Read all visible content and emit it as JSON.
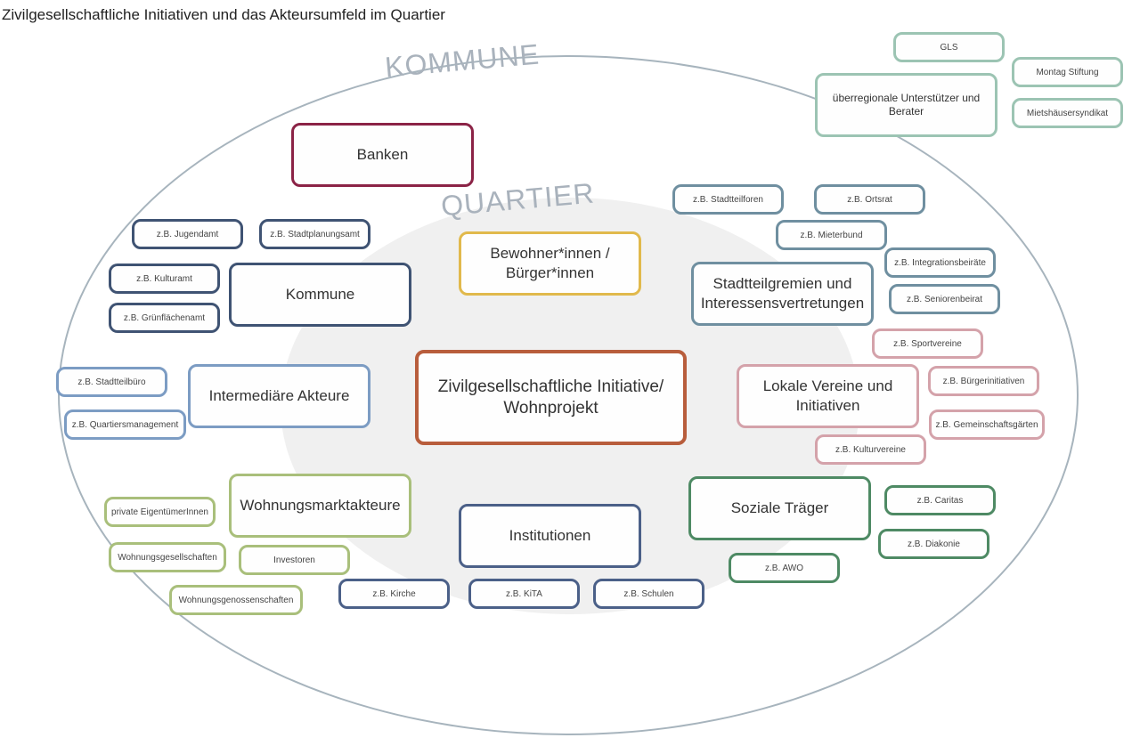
{
  "title": "Zivilgesellschaftliche Initiativen und das Akteursumfeld im Quartier",
  "labels": {
    "kommune": "KOMMUNE",
    "quartier": "QUARTIER"
  },
  "colors": {
    "center": "#b85d3c",
    "banken": "#8b2346",
    "bewohner": "#e1b94c",
    "kommune": "#3f5373",
    "intermediaer": "#7c9cc3",
    "wohnungsmarkt": "#a9bf7b",
    "institutionen": "#4b6088",
    "soziale": "#4e8a64",
    "lokale": "#d4a2aa",
    "gremien": "#6f8fa0",
    "ueberregional": "#9cc4b3"
  },
  "center": "Zivilgesellschaftliche Initiative/ Wohnprojekt",
  "ueberregional": {
    "main": "überregionale Unterstützer und Berater",
    "items": [
      "GLS",
      "Montag Stiftung",
      "Mietshäusersyndikat"
    ]
  },
  "banken": "Banken",
  "bewohner": "Bewohner*innen / Bürger*innen",
  "gremien": {
    "main": "Stadtteilgremien und Interessensvertretungen",
    "items": [
      "z.B. Stadtteilforen",
      "z.B. Ortsrat",
      "z.B. Mieterbund",
      "z.B. Integrationsbeiräte",
      "z.B. Seniorenbeirat"
    ]
  },
  "kommune": {
    "main": "Kommune",
    "items": [
      "z.B. Jugendamt",
      "z.B. Stadtplanungsamt",
      "z.B. Kulturamt",
      "z.B. Grünflächenamt"
    ]
  },
  "intermediaer": {
    "main": "Intermediäre Akteure",
    "items": [
      "z.B. Stadtteilbüro",
      "z.B. Quartiersmanagement"
    ]
  },
  "lokale": {
    "main": "Lokale Vereine und Initiativen",
    "items": [
      "z.B. Sportvereine",
      "z.B. Bürgerinitiativen",
      "z.B. Gemeinschaftsgärten",
      "z.B. Kulturvereine"
    ]
  },
  "soziale": {
    "main": "Soziale Träger",
    "items": [
      "z.B. Caritas",
      "z.B. Diakonie",
      "z.B. AWO"
    ]
  },
  "wohnungsmarkt": {
    "main": "Wohnungsmarktakteure",
    "items": [
      "private EigentümerInnen",
      "Wohnungsgesellschaften",
      "Investoren",
      "Wohnungsgenossenschaften"
    ]
  },
  "institutionen": {
    "main": "Institutionen",
    "items": [
      "z.B. Kirche",
      "z.B. KiTA",
      "z.B. Schulen"
    ]
  }
}
